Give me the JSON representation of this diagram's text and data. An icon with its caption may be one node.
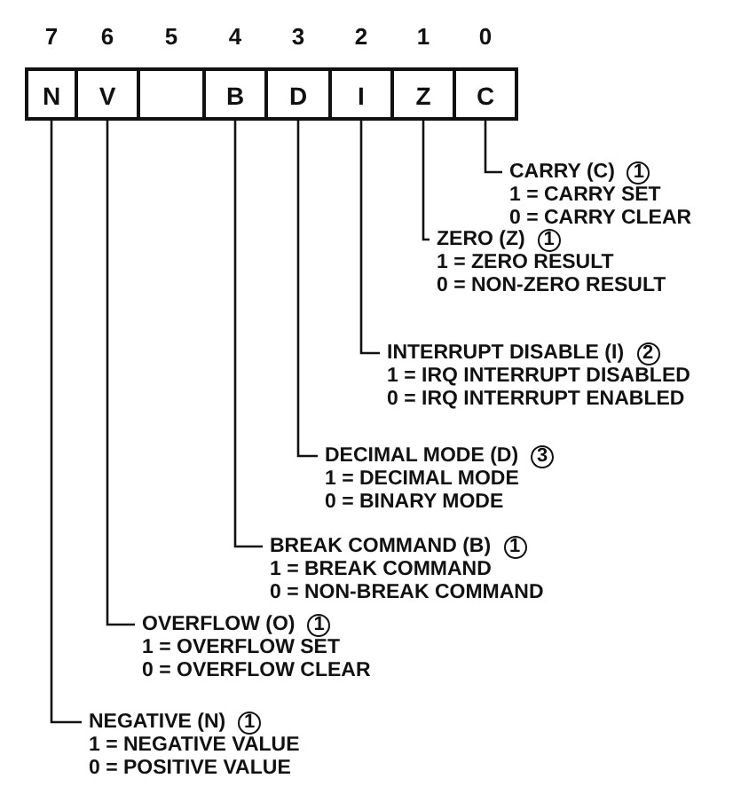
{
  "diagram": {
    "nodes": [
      {
        "text": [
          "7",
          "N"
        ]
      },
      {
        "text": [
          "6",
          "V"
        ]
      },
      {
        "text": [
          "5"
        ]
      },
      {
        "text": [
          "4",
          "B"
        ]
      },
      {
        "text": [
          "3",
          "D"
        ]
      },
      {
        "text": [
          "2",
          "I"
        ]
      },
      {
        "text": [
          "1",
          "Z"
        ]
      },
      {
        "text": [
          "0",
          "C"
        ]
      },
      {
        "text": [
          "CARRY (C)",
          "1",
          "1 = CARRY SET",
          "0 = CARRY CLEAR"
        ]
      },
      {
        "text": [
          "ZERO (Z)",
          "1",
          "1 = ZERO RESULT",
          "0 = NON-ZERO RESULT"
        ]
      },
      {
        "text": [
          "INTERRUPT DISABLE (I)",
          "2",
          "1 = IRQ INTERRUPT DISABLED",
          "0 = IRQ INTERRUPT ENABLED"
        ]
      },
      {
        "text": [
          "DECIMAL MODE (D)",
          "3",
          "1 = DECIMAL MODE",
          "0 = BINARY MODE"
        ]
      },
      {
        "text": [
          "BREAK COMMAND (B)",
          "1",
          "1 = BREAK COMMAND",
          "0 = NON-BREAK COMMAND"
        ]
      },
      {
        "text": [
          "OVERFLOW (O)",
          "1",
          "1 = OVERFLOW SET",
          "0 = OVERFLOW CLEAR"
        ]
      },
      {
        "text": [
          "NEGATIVE (N)",
          "1",
          "1 = NEGATIVE VALUE",
          "0 = POSITIVE VALUE"
        ]
      }
    ],
    "edges": [
      {
        "from": 7,
        "to": 8,
        "arrow": "none"
      },
      {
        "from": 6,
        "to": 9,
        "arrow": "none"
      },
      {
        "from": 5,
        "to": 10,
        "arrow": "none"
      },
      {
        "from": 4,
        "to": 11,
        "arrow": "none"
      },
      {
        "from": 3,
        "to": 12,
        "arrow": "none"
      },
      {
        "from": 1,
        "to": 13,
        "arrow": "none"
      },
      {
        "from": 0,
        "to": 14,
        "arrow": "none"
      }
    ]
  }
}
